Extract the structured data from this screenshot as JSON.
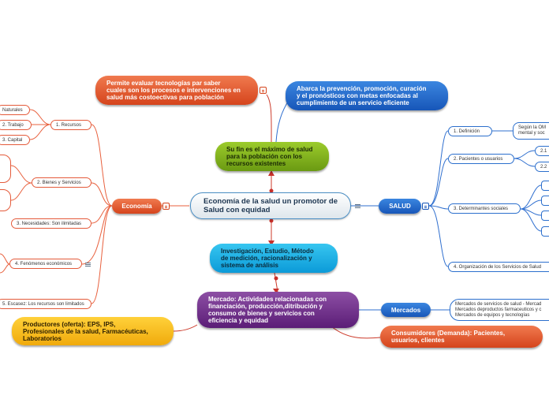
{
  "center": {
    "line1": "Economía de la salud un",
    "line2": "promotor de Salud con equidad"
  },
  "left_branch": {
    "label": "Economía",
    "items": [
      {
        "label": "1. Recursos",
        "children": [
          "Naturales",
          "2. Trabajo",
          "3. Capital"
        ]
      },
      {
        "label": "2. Bienes y Servicios"
      },
      {
        "label": "3. Necesidades: Son ilimitadas"
      },
      {
        "label": "4. Fenómenos económicos"
      },
      {
        "label": "5. Escasez: Los recursos son limitados"
      }
    ]
  },
  "right_branch": {
    "label": "SALUD",
    "items": [
      {
        "label": "1. Definición",
        "child": {
          "line1": "Según la OM",
          "line2": "mental y soc"
        }
      },
      {
        "label": "2. Pacientes o usuarios",
        "children": [
          "2.1",
          "2.2"
        ]
      },
      {
        "label": "3. Determinantes sociales"
      },
      {
        "label": "4. Organización de los Servicios de Salud"
      }
    ]
  },
  "top_nodes": {
    "permite": {
      "line1": "Permite evaluar tecnologías par saber",
      "line2": "cuales son los procesos e intervenciones en",
      "line3": "salud más costoectivas para  población"
    },
    "abarca": {
      "line1": "Abarca  la prevención, promoción, curación",
      "line2": "y el pronósticos con metas enfocadas al",
      "line3": "cumplimiento de un servicio eficiente"
    },
    "fin": {
      "line1": "Su fin es el máximo de salud",
      "line2": "para la población con los",
      "line3": "recursos existentes"
    }
  },
  "bottom_nodes": {
    "investigacion": {
      "line1": "Investigación, Estudio, Método",
      "line2": "de medición, racionalización y",
      "line3": "sistema de análisis"
    },
    "mercado": {
      "line1": "Mercado: Actividades relacionadas con",
      "line2": "financiación, producción,ditribución y",
      "line3": "consumo de bienes y servicios con",
      "line4": "eficiencia y equidad"
    },
    "productores": {
      "line1": "Productores (oferta): EPS, IPS,",
      "line2": "Profesionales de la salud, Farmacéuticas,",
      "line3": "Laboratorios"
    },
    "mercados": {
      "label": "Mercados",
      "line1": "Mercados de servicios de salud - Mercad",
      "line2": "Mercados deproductos farmaceuticos y c",
      "line3": "Mercados de equipos y tecnologías"
    },
    "consumidores": {
      "line1": "Consumidores (Demanda): Pacientes,",
      "line2": "usuarios, clientes"
    }
  },
  "colors": {
    "orange": "#e2572a",
    "blue": "#1d63c4",
    "green": "#7cad18",
    "cyan": "#16a9e2",
    "purple": "#6a2a85",
    "yellow": "#f6b81a",
    "line_orange": "#e8603d",
    "line_blue": "#2f6fcf"
  }
}
